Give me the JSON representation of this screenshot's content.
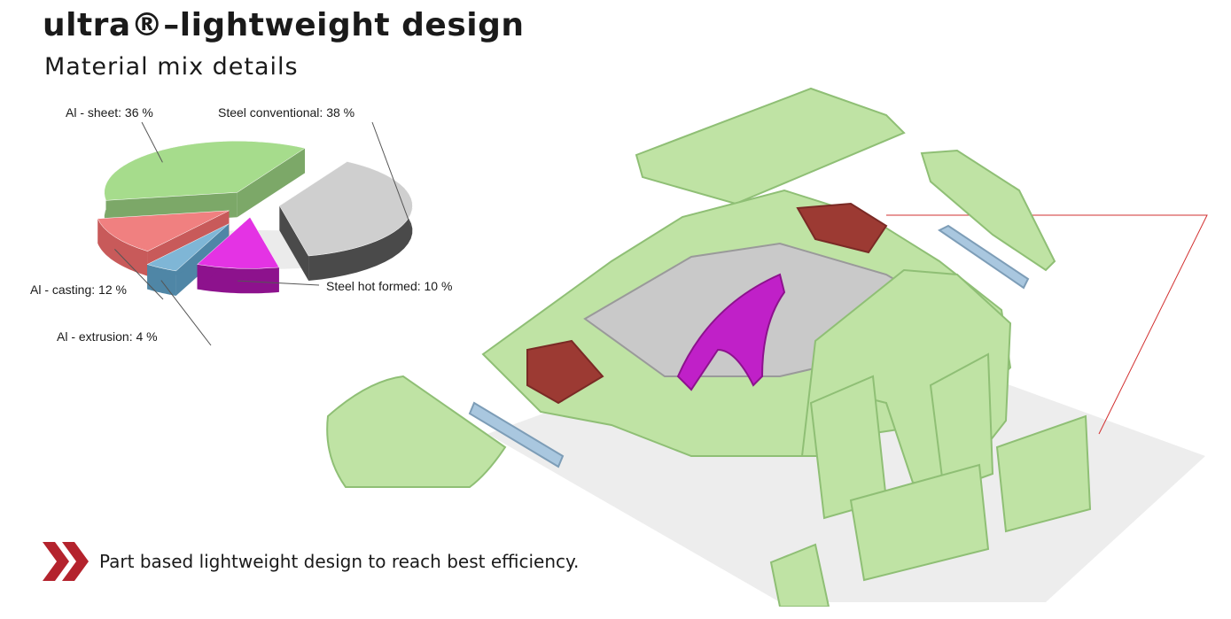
{
  "slide": {
    "title": "ultra®–lightweight design",
    "subtitle": "Material mix details",
    "footer_text": "Part based lightweight design to reach best efficiency.",
    "illustration_icon": "exploded-car-body-icon",
    "bullet_icon": "double-chevron-right-icon"
  },
  "colors": {
    "accent_red": "#b4232d",
    "body_green": "#bfe3a4",
    "body_green_dark": "#8fbf75",
    "steel_conventional": "#c9c9c9",
    "steel_hot_formed": "#c020c8",
    "al_casting": "#9c3a33"
  },
  "chart_data": {
    "type": "pie",
    "style": "3d-exploded",
    "title": "",
    "slices": [
      {
        "label": "Al - sheet: 36 %",
        "value": 36,
        "color": "#a6dc8c",
        "side_color": "#7ca868"
      },
      {
        "label": "Steel conventional: 38 %",
        "value": 38,
        "color": "#cfcfcf",
        "side_color": "#4a4a4a"
      },
      {
        "label": "Steel hot formed: 10 %",
        "value": 10,
        "color": "#e433e4",
        "side_color": "#8d128d"
      },
      {
        "label": "Al - extrusion: 4 %",
        "value": 4,
        "color": "#7fb6d6",
        "side_color": "#4f86a6"
      },
      {
        "label": "Al - casting: 12 %",
        "value": 12,
        "color": "#f08080",
        "side_color": "#c85a5a"
      }
    ]
  }
}
